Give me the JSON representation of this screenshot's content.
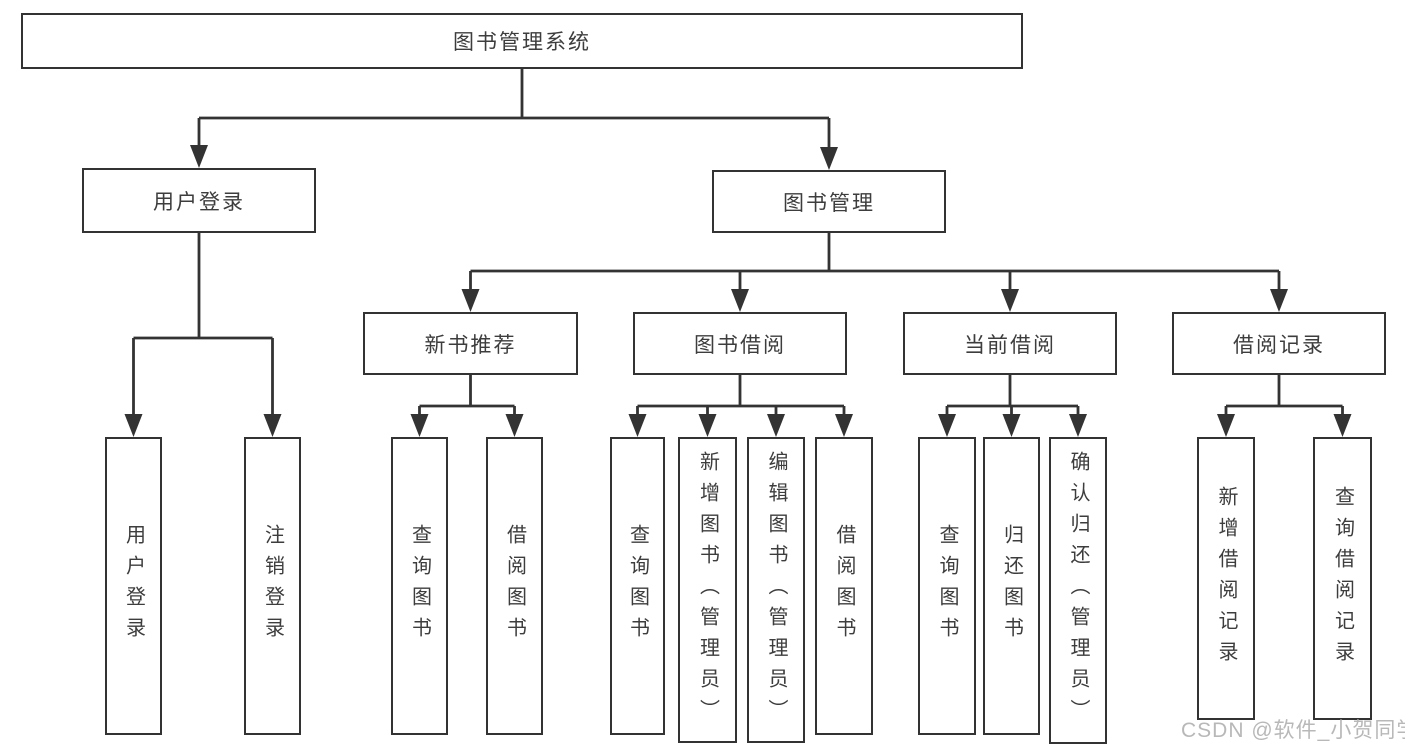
{
  "watermark": "CSDN @软件_小贺同学",
  "tree": {
    "root": "图书管理系统",
    "user_login": {
      "label": "用户登录",
      "children": [
        "用户登录",
        "注销登录"
      ]
    },
    "book_mgmt": {
      "label": "图书管理",
      "sections": [
        {
          "label": "新书推荐",
          "children": [
            "查询图书",
            "借阅图书"
          ]
        },
        {
          "label": "图书借阅",
          "children": [
            "查询图书",
            "新增图书（管理员）",
            "编辑图书（管理员）",
            "借阅图书"
          ]
        },
        {
          "label": "当前借阅",
          "children": [
            "查询图书",
            "归还图书",
            "确认归还（管理员）"
          ]
        },
        {
          "label": "借阅记录",
          "children": [
            "新增借阅记录",
            "查询借阅记录"
          ]
        }
      ]
    }
  }
}
